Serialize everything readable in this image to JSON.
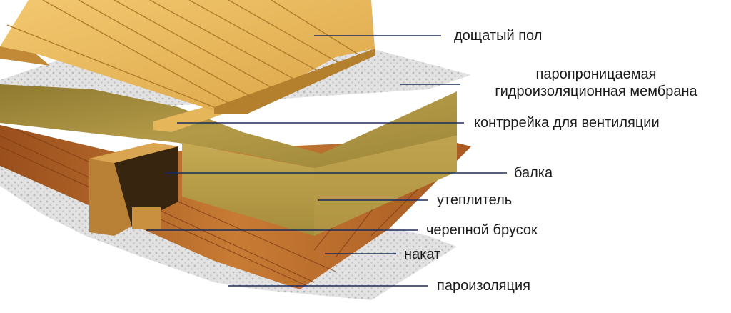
{
  "labels": {
    "floor_boards": "дощатый пол",
    "membrane_line1": "паропроницаемая",
    "membrane_line2": "гидроизоляционная мембрана",
    "counter_batten": "контррейка для вентиляции",
    "beam": "балка",
    "insulation": "утеплитель",
    "cranial_bar": "черепной брусок",
    "subfloor": "накат",
    "vapor_barrier": "пароизоляция"
  },
  "colors": {
    "floor_boards": "#e8b95a",
    "membrane": "#dcdcdc",
    "insulation": "#a88f3e",
    "beam": "#c8943f",
    "subfloor": "#b86a2a",
    "leader_line": "#1a2a5a"
  }
}
